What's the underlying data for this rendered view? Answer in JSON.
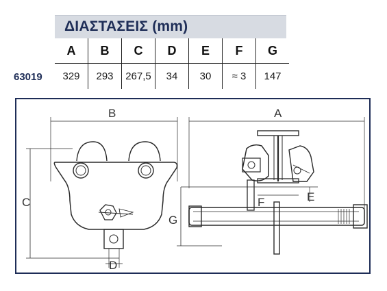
{
  "title": "ΔΙΑΣΤΑΣΕΙΣ (mm)",
  "table": {
    "headers": [
      "A",
      "B",
      "C",
      "D",
      "E",
      "F",
      "G"
    ],
    "row": {
      "model": "63019",
      "values": [
        "329",
        "293",
        "267,5",
        "34",
        "30",
        "≈ 3",
        "147"
      ]
    }
  },
  "drawing_labels": {
    "A": "A",
    "B": "B",
    "C": "C",
    "D": "D",
    "E": "E",
    "F": "F",
    "G": "G"
  }
}
